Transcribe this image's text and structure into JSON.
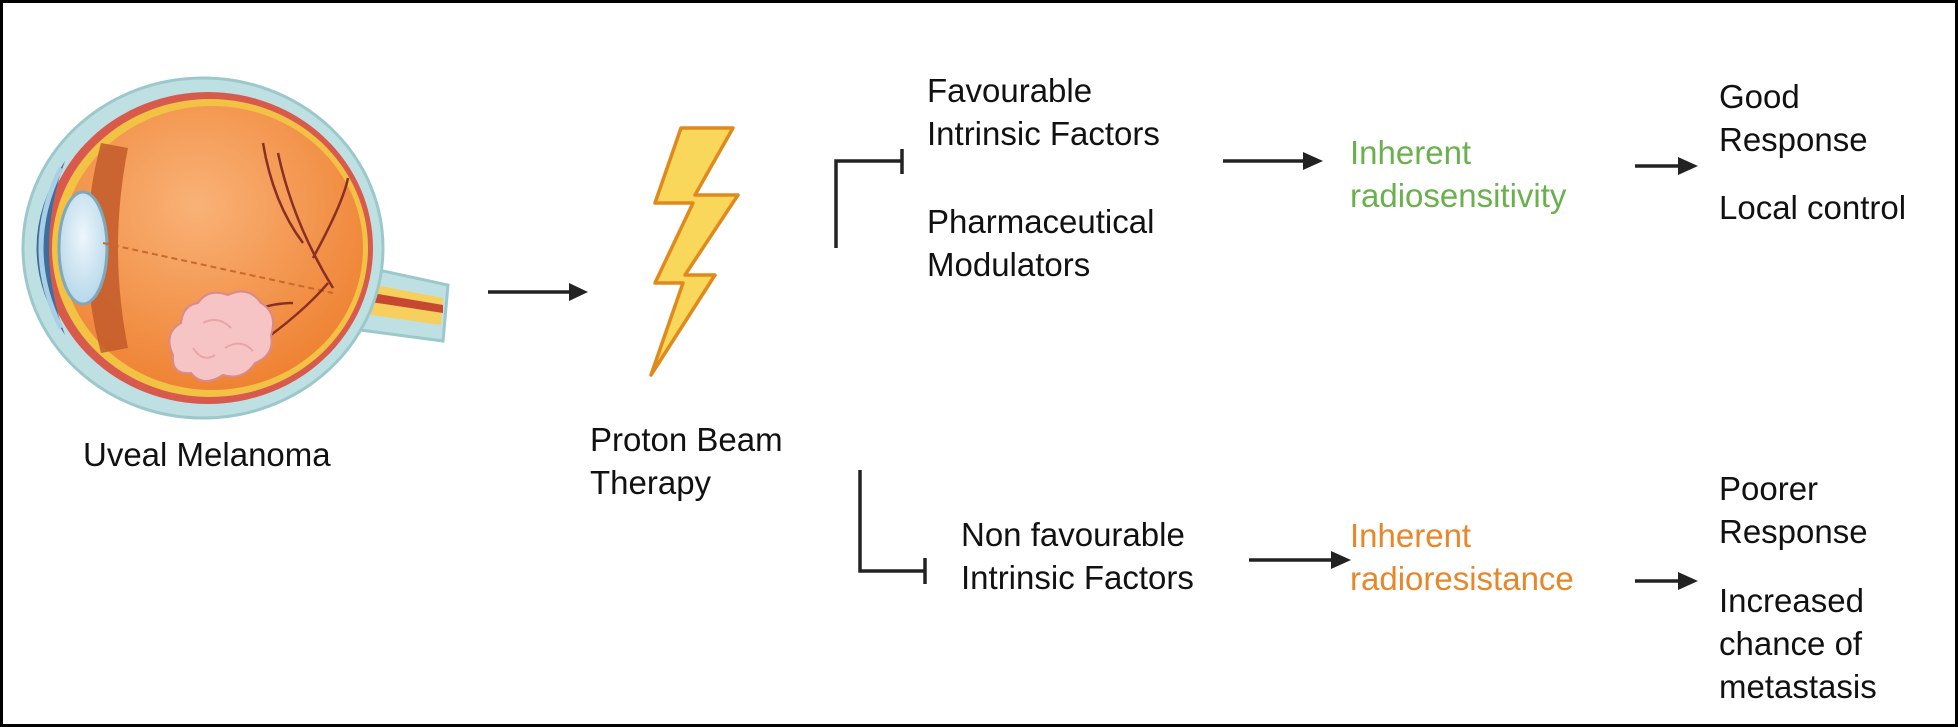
{
  "colors": {
    "border": "#000000",
    "text": "#111111",
    "sensitivity": "#6ab04c",
    "resistance": "#e8862a",
    "lightning_fill": "#f9d75a",
    "lightning_stroke": "#e08a1e",
    "eye_sclera": "#b9dde0",
    "eye_body": "#f08a3c",
    "tumor": "#f6c4c4"
  },
  "icons": {
    "eye": "eye-anatomy-icon",
    "lightning": "lightning-bolt-icon"
  },
  "nodes": {
    "uveal_melanoma": "Uveal Melanoma",
    "proton_beam": [
      "Proton Beam",
      "Therapy"
    ],
    "favourable": [
      "Favourable",
      "Intrinsic Factors"
    ],
    "pharma": [
      "Pharmaceutical",
      "Modulators"
    ],
    "non_favourable": [
      "Non favourable",
      "Intrinsic Factors"
    ],
    "radiosensitivity": [
      "Inherent",
      "radiosensitivity"
    ],
    "radioresistance": [
      "Inherent",
      "radioresistance"
    ],
    "good_response": [
      "Good",
      "Response"
    ],
    "local_control": "Local control",
    "poorer_response": [
      "Poorer",
      "Response"
    ],
    "metastasis": [
      "Increased",
      "chance of",
      "metastasis"
    ]
  }
}
